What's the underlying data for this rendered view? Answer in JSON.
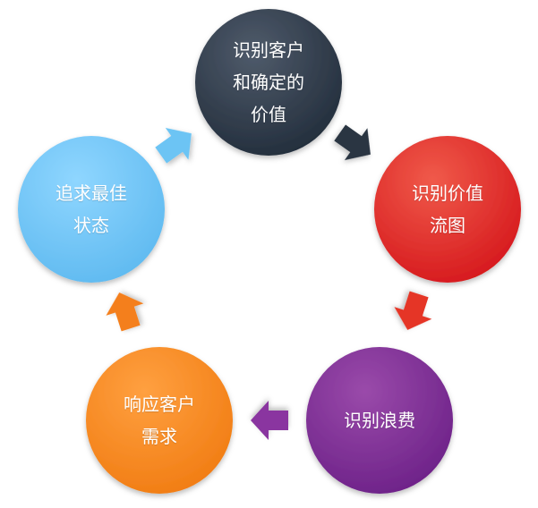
{
  "cycle": {
    "nodes": [
      {
        "id": "identify-customer",
        "label": "识别客户\n和确定的\n价值",
        "color_top": "#4f5b6b",
        "color_bottom": "#1f2a38"
      },
      {
        "id": "value-stream",
        "label": "识别价值\n流图",
        "color_top": "#f05a4a",
        "color_bottom": "#d4141a"
      },
      {
        "id": "identify-waste",
        "label": "识别浪费",
        "color_top": "#9a4aaa",
        "color_bottom": "#6a1f86"
      },
      {
        "id": "respond-demand",
        "label": "响应客户\n需求",
        "color_top": "#ffa040",
        "color_bottom": "#f07a10"
      },
      {
        "id": "pursue-best",
        "label": "追求最佳\n状态",
        "color_top": "#8fd6ff",
        "color_bottom": "#5cb8ef"
      }
    ],
    "arrows": [
      {
        "id": "arrow-1",
        "color": "#2a3543"
      },
      {
        "id": "arrow-2",
        "color": "#e53526"
      },
      {
        "id": "arrow-3",
        "color": "#8a35a0"
      },
      {
        "id": "arrow-4",
        "color": "#f47f1c"
      },
      {
        "id": "arrow-5",
        "color": "#6cc4f4"
      }
    ]
  }
}
